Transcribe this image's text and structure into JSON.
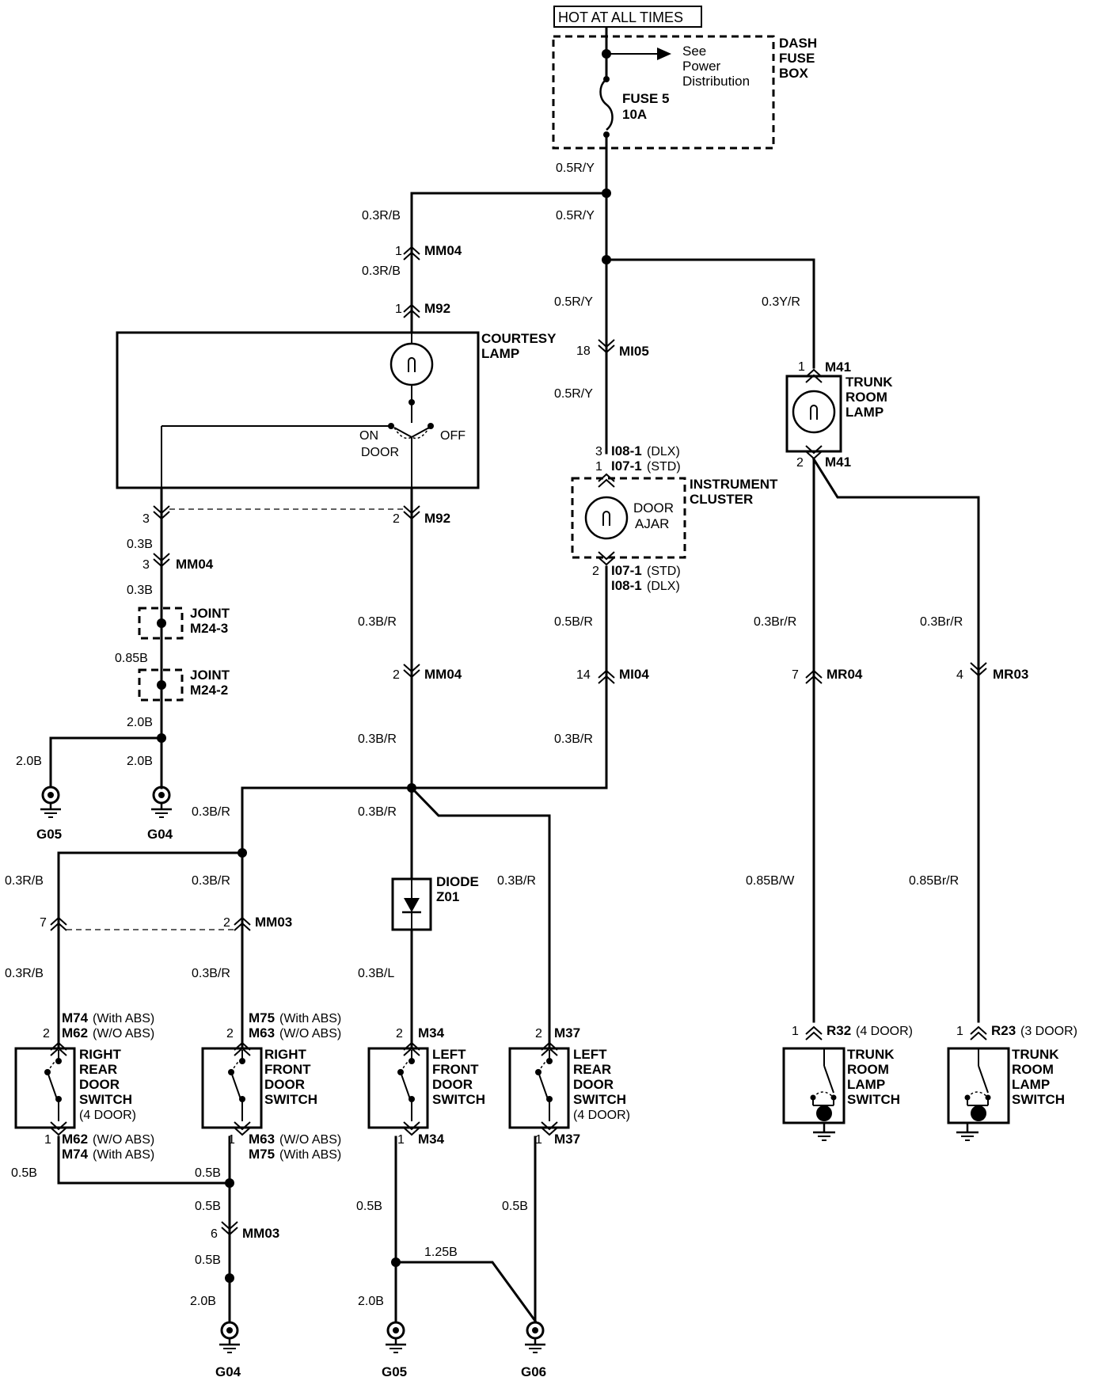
{
  "supply": {
    "label": "HOT AT ALL TIMES"
  },
  "fusebox": {
    "line1": "DASH",
    "line2": "FUSE",
    "line3": "BOX",
    "fuse_name": "FUSE 5",
    "fuse_rating": "10A",
    "see1": "See",
    "see2": "Power",
    "see3": "Distribution"
  },
  "wires": {
    "w_05ry_a": "0.5R/Y",
    "w_05ry_b": "0.5R/Y",
    "w_05ry_c": "0.5R/Y",
    "w_05ry_d": "0.5R/Y",
    "w_03rb_a": "0.3R/B",
    "w_03rb_b": "0.3R/B",
    "w_03yr": "0.3Y/R",
    "w_03b_a": "0.3B",
    "w_03b_b": "0.3B",
    "w_085b": "0.85B",
    "w_20b_a": "2.0B",
    "w_20b_b": "2.0B",
    "w_20b_c": "2.0B",
    "w_03br_a": "0.3B/R",
    "w_03br_b": "0.3B/R",
    "w_03br_c": "0.3B/R",
    "w_03br_d": "0.3B/R",
    "w_03br_e": "0.3B/R",
    "w_03br_f": "0.3B/R",
    "w_03br_g": "0.3B/R",
    "w_03br_h": "0.3B/R",
    "w_05br": "0.5B/R",
    "w_03brr_a": "0.3Br/R",
    "w_03brr_b": "0.3Br/R",
    "w_085bw": "0.85B/W",
    "w_085brr": "0.85Br/R",
    "w_03rb_c": "0.3R/B",
    "w_03rb_d": "0.3R/B",
    "w_03bl": "0.3B/L",
    "w_05b_a": "0.5B",
    "w_05b_b": "0.5B",
    "w_05b_c": "0.5B",
    "w_05b_d": "0.5B",
    "w_05b_e": "0.5B",
    "w_05b_f": "0.5B",
    "w_20b_d": "2.0B",
    "w_20b_e": "2.0B",
    "w_125b": "1.25B"
  },
  "connectors": {
    "mm04_1": {
      "pin": "1",
      "name": "MM04"
    },
    "m92_1": {
      "pin": "1",
      "name": "M92"
    },
    "mi05": {
      "pin": "18",
      "name": "MI05"
    },
    "m41_1": {
      "pin": "1",
      "name": "M41"
    },
    "m41_2": {
      "pin": "2",
      "name": "M41"
    },
    "i08_3": {
      "pin": "3",
      "name": "I08-1",
      "note": "(DLX)"
    },
    "i07_1": {
      "pin": "1",
      "name": "I07-1",
      "note": "(STD)"
    },
    "i07_2": {
      "pin": "2",
      "name": "I07-1",
      "note": "(STD)"
    },
    "i08_2": {
      "name": "I08-1",
      "note": "(DLX)"
    },
    "m92_3": {
      "pin": "3"
    },
    "m92_2": {
      "pin": "2",
      "name": "M92"
    },
    "mm04_3": {
      "pin": "3",
      "name": "MM04"
    },
    "mm04_2": {
      "pin": "2",
      "name": "MM04"
    },
    "mi04": {
      "pin": "14",
      "name": "MI04"
    },
    "mr04": {
      "pin": "7",
      "name": "MR04"
    },
    "mr03": {
      "pin": "4",
      "name": "MR03"
    },
    "mm03_7": {
      "pin": "7"
    },
    "mm03_2": {
      "pin": "2",
      "name": "MM03"
    },
    "mm03_6": {
      "pin": "6",
      "name": "MM03"
    },
    "rr_top": {
      "pin": "2",
      "name1": "M74",
      "note1": "(With ABS)",
      "name2": "M62",
      "note2": "(W/O ABS)"
    },
    "rf_top": {
      "pin": "2",
      "name1": "M75",
      "note1": "(With ABS)",
      "name2": "M63",
      "note2": "(W/O ABS)"
    },
    "lf_top": {
      "pin": "2",
      "name": "M34"
    },
    "lr_top": {
      "pin": "2",
      "name": "M37"
    },
    "rr_bot": {
      "pin": "1",
      "name1": "M62",
      "note1": "(W/O ABS)",
      "name2": "M74",
      "note2": "(With ABS)"
    },
    "rf_bot": {
      "pin": "1",
      "name1": "M63",
      "note1": "(W/O ABS)",
      "name2": "M75",
      "note2": "(With ABS)"
    },
    "lf_bot": {
      "pin": "1",
      "name": "M34"
    },
    "lr_bot": {
      "pin": "1",
      "name": "M37"
    },
    "r32": {
      "pin": "1",
      "name": "R32",
      "note": "(4 DOOR)"
    },
    "r23": {
      "pin": "1",
      "name": "R23",
      "note": "(3 DOOR)"
    }
  },
  "components": {
    "courtesy": {
      "l1": "COURTESY",
      "l2": "LAMP",
      "on": "ON",
      "off": "OFF",
      "door": "DOOR"
    },
    "trunk_lamp": {
      "l1": "TRUNK",
      "l2": "ROOM",
      "l3": "LAMP"
    },
    "cluster": {
      "l1": "INSTRUMENT",
      "l2": "CLUSTER",
      "in1": "DOOR",
      "in2": "AJAR"
    },
    "joint1": {
      "l1": "JOINT",
      "l2": "M24-3"
    },
    "joint2": {
      "l1": "JOINT",
      "l2": "M24-2"
    },
    "diode": {
      "l1": "DIODE",
      "l2": "Z01"
    },
    "rr_switch": {
      "l1": "RIGHT",
      "l2": "REAR",
      "l3": "DOOR",
      "l4": "SWITCH",
      "l5": "(4 DOOR)"
    },
    "rf_switch": {
      "l1": "RIGHT",
      "l2": "FRONT",
      "l3": "DOOR",
      "l4": "SWITCH"
    },
    "lf_switch": {
      "l1": "LEFT",
      "l2": "FRONT",
      "l3": "DOOR",
      "l4": "SWITCH"
    },
    "lr_switch": {
      "l1": "LEFT",
      "l2": "REAR",
      "l3": "DOOR",
      "l4": "SWITCH",
      "l5": "(4 DOOR)"
    },
    "trunk_sw1": {
      "l1": "TRUNK",
      "l2": "ROOM",
      "l3": "LAMP",
      "l4": "SWITCH"
    },
    "trunk_sw2": {
      "l1": "TRUNK",
      "l2": "ROOM",
      "l3": "LAMP",
      "l4": "SWITCH"
    }
  },
  "grounds": {
    "g05_top": "G05",
    "g04_top": "G04",
    "g04_bot": "G04",
    "g05_bot": "G05",
    "g06_bot": "G06"
  }
}
